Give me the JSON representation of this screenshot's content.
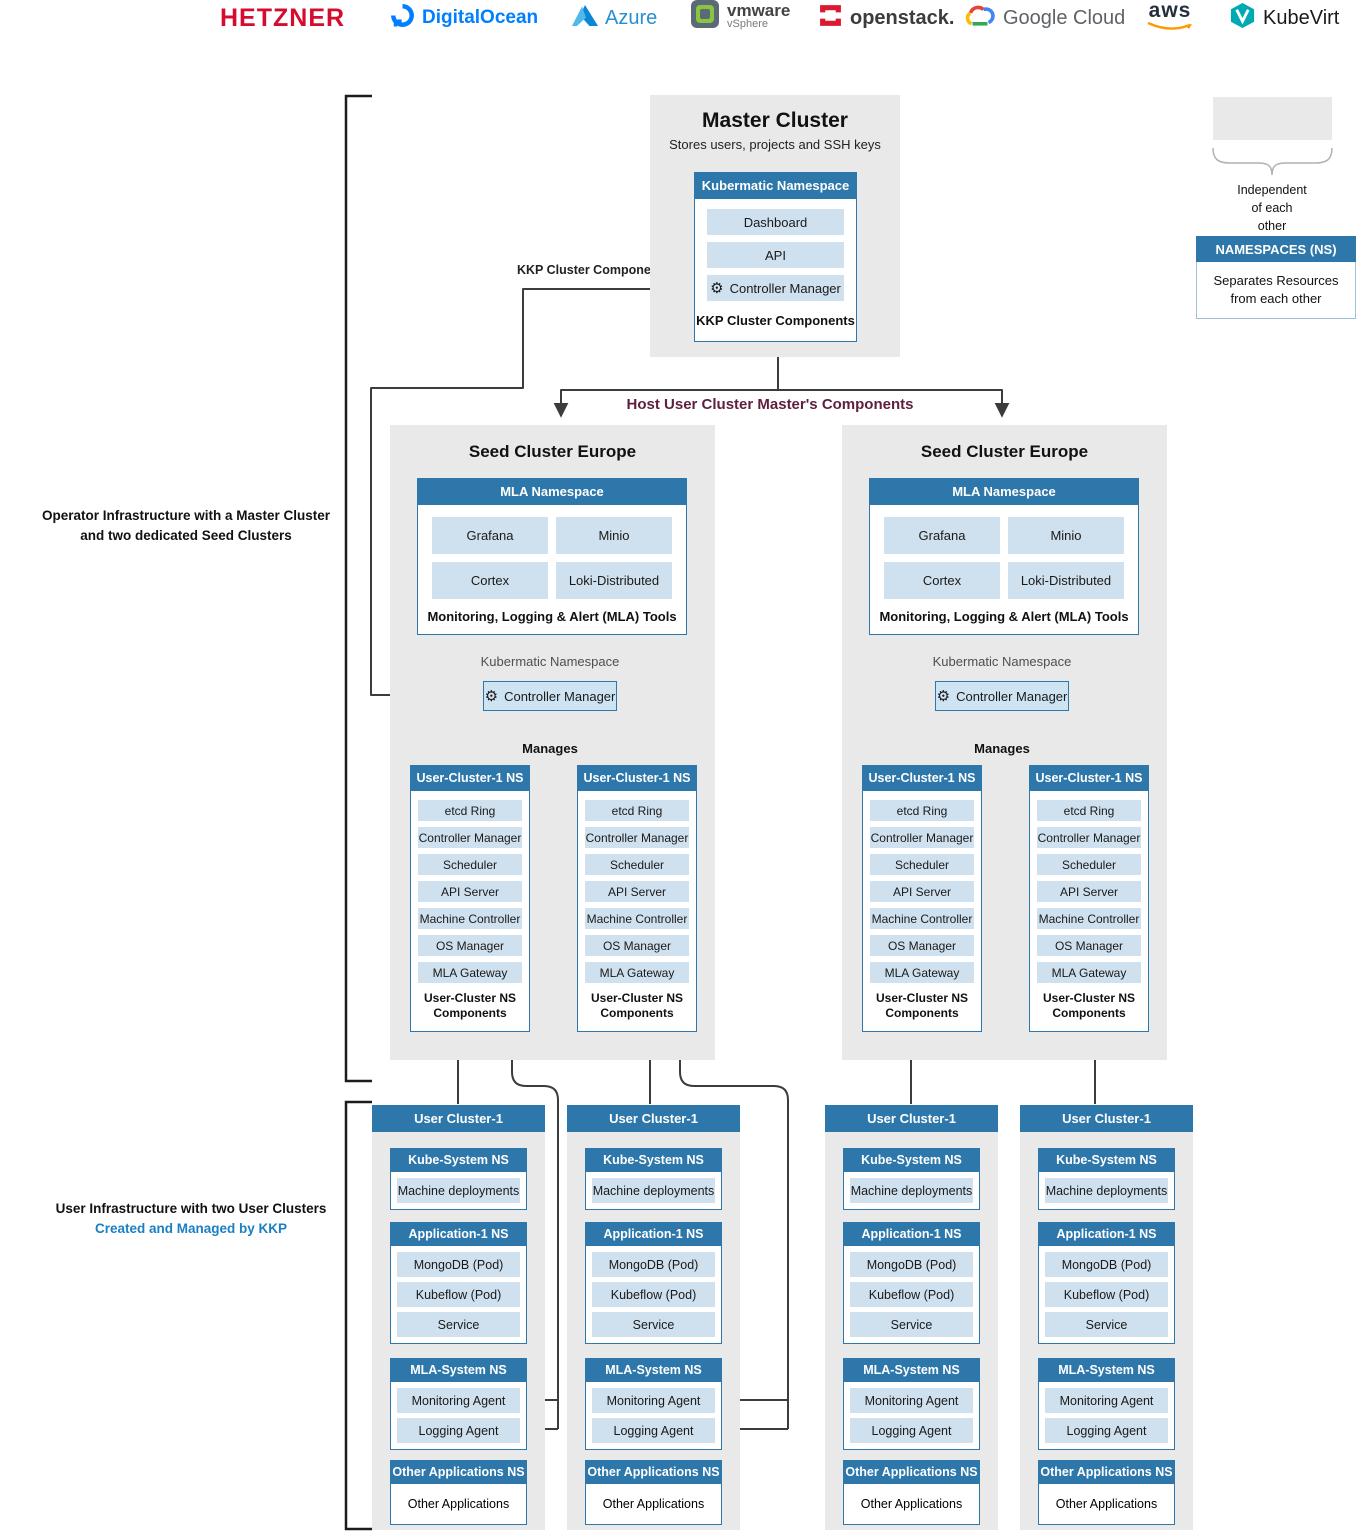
{
  "logos": [
    {
      "name": "hetzner",
      "label": "HETZNER"
    },
    {
      "name": "digitalocean",
      "label": "DigitalOcean"
    },
    {
      "name": "azure",
      "label": "Azure"
    },
    {
      "name": "vmware-vsphere",
      "label": "vmware",
      "sublabel": "vSphere"
    },
    {
      "name": "openstack",
      "label": "openstack."
    },
    {
      "name": "google-cloud",
      "label": "Google Cloud"
    },
    {
      "name": "aws",
      "label": "aws"
    },
    {
      "name": "kubevirt",
      "label": "KubeVirt"
    }
  ],
  "side_labels": {
    "operator": [
      "Operator Infrastructure with a Master Cluster",
      "and two dedicated Seed Clusters"
    ],
    "user_line1": "User Infrastructure with two User Clusters",
    "user_line2": "Created and Managed by KKP"
  },
  "annotations": {
    "kkp_cluster_component": "KKP Cluster Component",
    "host_components": "Host User Cluster Master's Components"
  },
  "legend": {
    "independent": [
      "Independent",
      "of each",
      "other"
    ],
    "namespaces": {
      "header": "NAMESPACES (NS)",
      "body": [
        "Separates Resources",
        "from each other"
      ]
    }
  },
  "master_cluster": {
    "title": "Master Cluster",
    "subtitle": "Stores users, projects and SSH keys",
    "namespace": {
      "header": "Kubermatic Namespace",
      "items": [
        "Dashboard",
        "API",
        "Controller Manager"
      ],
      "caption": "KKP Cluster Components"
    }
  },
  "seed_cluster": {
    "title": "Seed Cluster Europe",
    "mla": {
      "header": "MLA Namespace",
      "items": [
        "Grafana",
        "Minio",
        "Cortex",
        "Loki-Distributed"
      ],
      "caption": "Monitoring, Logging & Alert (MLA) Tools"
    },
    "kubermatic_ns_label": "Kubermatic Namespace",
    "controller_manager": "Controller Manager",
    "manages_label": "Manages"
  },
  "user_cluster_ns": {
    "header": "User-Cluster-1 NS",
    "items": [
      "etcd Ring",
      "Controller Manager",
      "Scheduler",
      "API Server",
      "Machine Controller",
      "OS Manager",
      "MLA Gateway"
    ],
    "caption": [
      "User-Cluster NS",
      "Components"
    ]
  },
  "user_cluster": {
    "header": "User Cluster-1",
    "sections": [
      {
        "header": "Kube-System NS",
        "items": [
          "Machine deployments"
        ]
      },
      {
        "header": "Application-1 NS",
        "items": [
          "MongoDB (Pod)",
          "Kubeflow (Pod)",
          "Service"
        ]
      },
      {
        "header": "MLA-System NS",
        "items": [
          "Monitoring Agent",
          "Logging Agent"
        ]
      },
      {
        "header": "Other Applications NS",
        "items": [
          "Other Applications"
        ]
      }
    ]
  },
  "colors": {
    "header_blue": "#2d77aa",
    "item_light_blue": "#cfe1ef",
    "container_gray": "#e9e9e9",
    "line_dark": "#3c3c3c",
    "maroon_text": "#5e1f3f",
    "kkp_blue_text": "#1b7fc3",
    "hetzner_red": "#d50c2d",
    "do_blue": "#0080ff",
    "aws_orange": "#ff9900",
    "kubevirt_teal": "#00aab2"
  }
}
